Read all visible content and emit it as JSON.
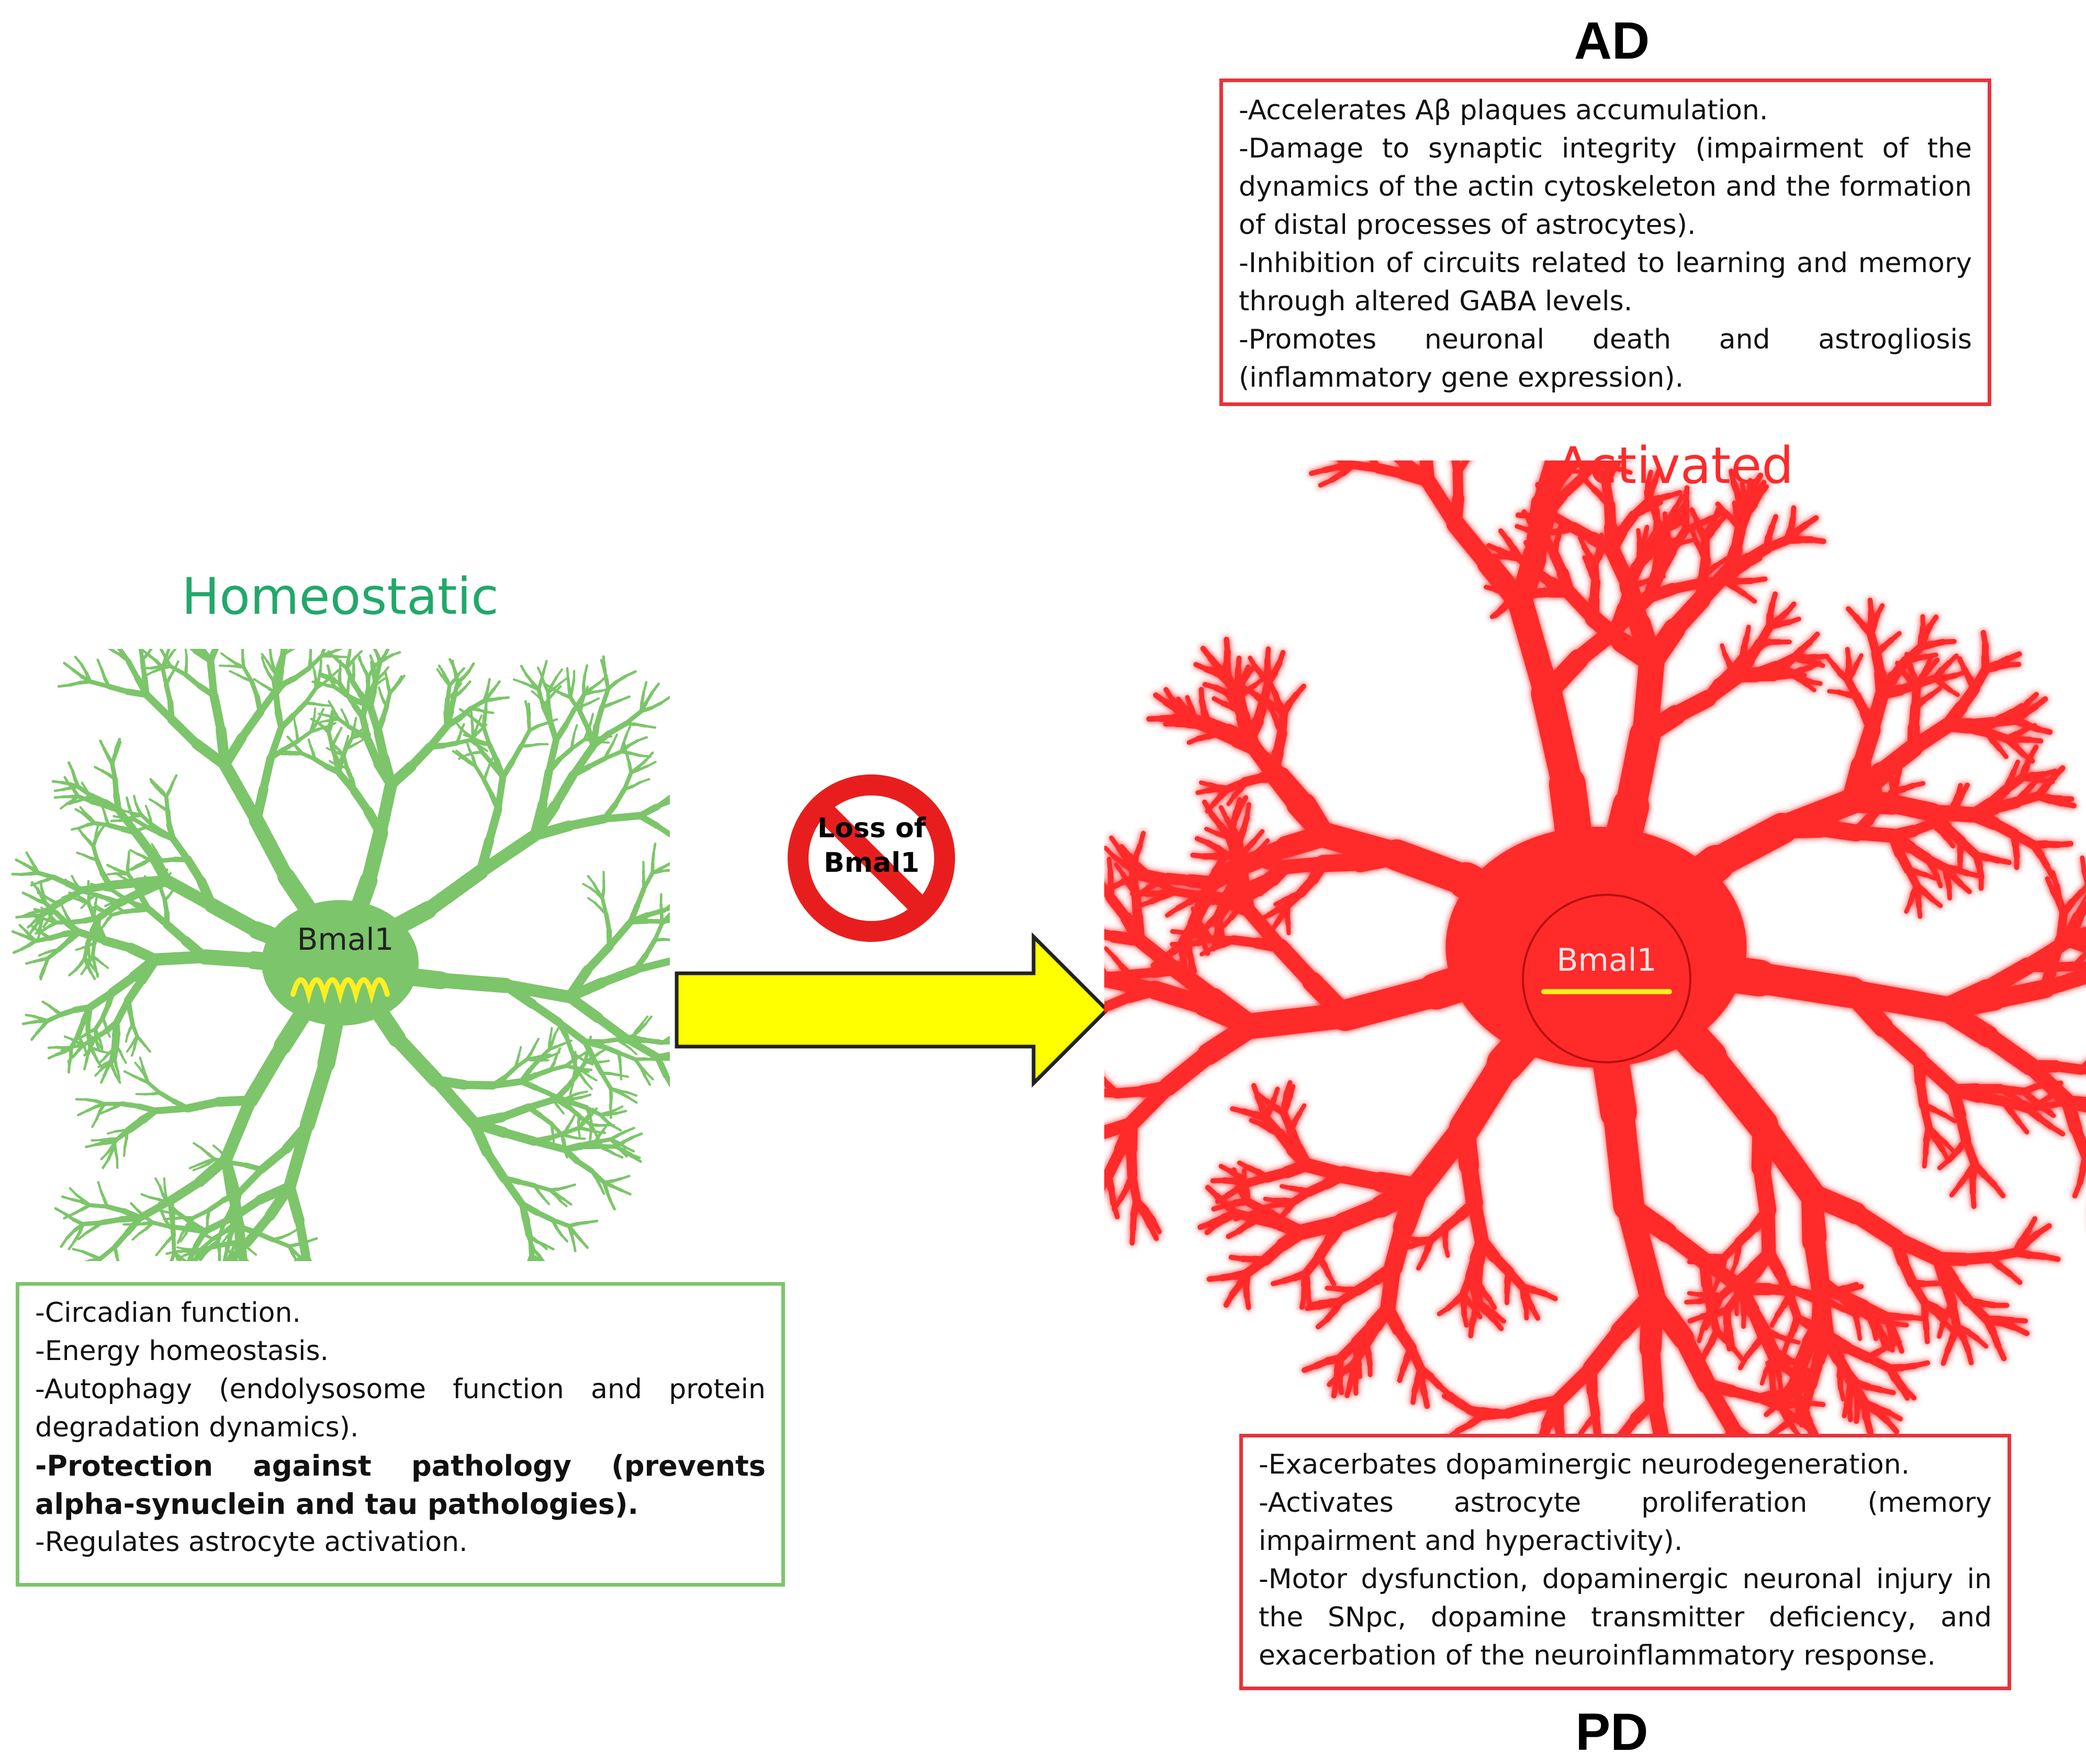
{
  "ad": {
    "heading": "AD",
    "items": [
      "-Accelerates Aβ plaques accumulation.",
      "-Damage to synaptic integrity (impairment of the dynamics of the actin cytoskeleton and the formation of distal processes of astrocytes).",
      "-Inhibition of circuits related to learning and memory through altered GABA levels.",
      "-Promotes neuronal death and astrogliosis (inflammatory gene expression)."
    ]
  },
  "activated": {
    "label": "Activated",
    "gene_label": "Bmal1"
  },
  "homeostatic": {
    "label": "Homeostatic",
    "gene_label": "Bmal1",
    "items": [
      "-Circadian function.",
      "-Energy homeostasis.",
      "-Autophagy (endolysosome function and protein degradation dynamics).",
      "-Protection against pathology (prevents alpha-synuclein and tau pathologies).",
      "-Regulates astrocyte activation."
    ]
  },
  "transition": {
    "sign_line1": "Loss of",
    "sign_line2": "Bmal1",
    "arrow_color": "#ffff00"
  },
  "pd": {
    "heading": "PD",
    "items": [
      "-Exacerbates dopaminergic neurodegeneration.",
      "-Activates astrocyte proliferation (memory impairment and hyperactivity).",
      "-Motor dysfunction, dopaminergic neuronal injury in the SNpc, dopamine transmitter deficiency, and exacerbation of the neuroinflammatory response."
    ]
  },
  "colors": {
    "homeostatic": "#7cc56a",
    "activated": "#ff2a2a",
    "box_red": "#e8333a",
    "box_green": "#7cc56a",
    "gene_mark": "#ffee22"
  }
}
